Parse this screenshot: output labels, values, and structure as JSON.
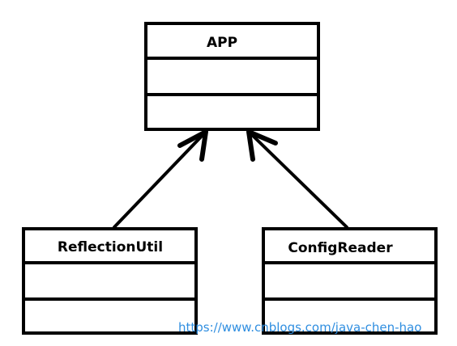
{
  "classes": {
    "app": {
      "name": "APP"
    },
    "reflection_util": {
      "name": "ReflectionUtil"
    },
    "config_reader": {
      "name": "ConfigReader"
    }
  },
  "relations": [
    {
      "from": "ReflectionUtil",
      "to": "APP",
      "style": "open-arrow"
    },
    {
      "from": "ConfigReader",
      "to": "APP",
      "style": "open-arrow"
    }
  ],
  "watermark": {
    "text": "https://www.cnblogs.com/java-chen-hao",
    "color": "#2f8ee0"
  }
}
